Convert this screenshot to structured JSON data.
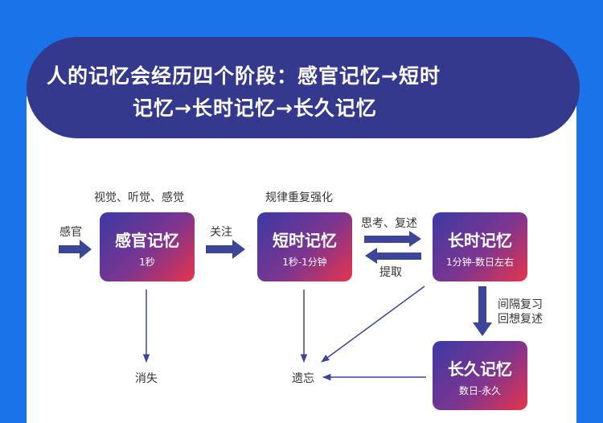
{
  "title": {
    "line1": "人的记忆会经历四个阶段：感官记忆→短时",
    "line2": "记忆→长时记忆→长久记忆"
  },
  "nodes": {
    "sensory": {
      "title": "感官记忆",
      "sub": "1秒"
    },
    "short": {
      "title": "短时记忆",
      "sub": "1秒-1分钟"
    },
    "long": {
      "title": "长时记忆",
      "sub": "1分钟-数日左右"
    },
    "permanent": {
      "title": "长久记忆",
      "sub": "数日-永久"
    }
  },
  "labels": {
    "sensory_top": "视觉、听觉、感觉",
    "short_top": "规律重复强化",
    "input": "感官",
    "attention": "关注",
    "think": "思考、复述",
    "extract": "提取",
    "review1": "间隔复习",
    "review2": "回想复述",
    "vanish": "消失",
    "forget": "遗忘"
  },
  "colors": {
    "background": "#1a73e8",
    "banner": "#35398d",
    "arrow": "#3d4598",
    "gradient_start": "#3b3aa4",
    "gradient_end": "#e8354a"
  }
}
